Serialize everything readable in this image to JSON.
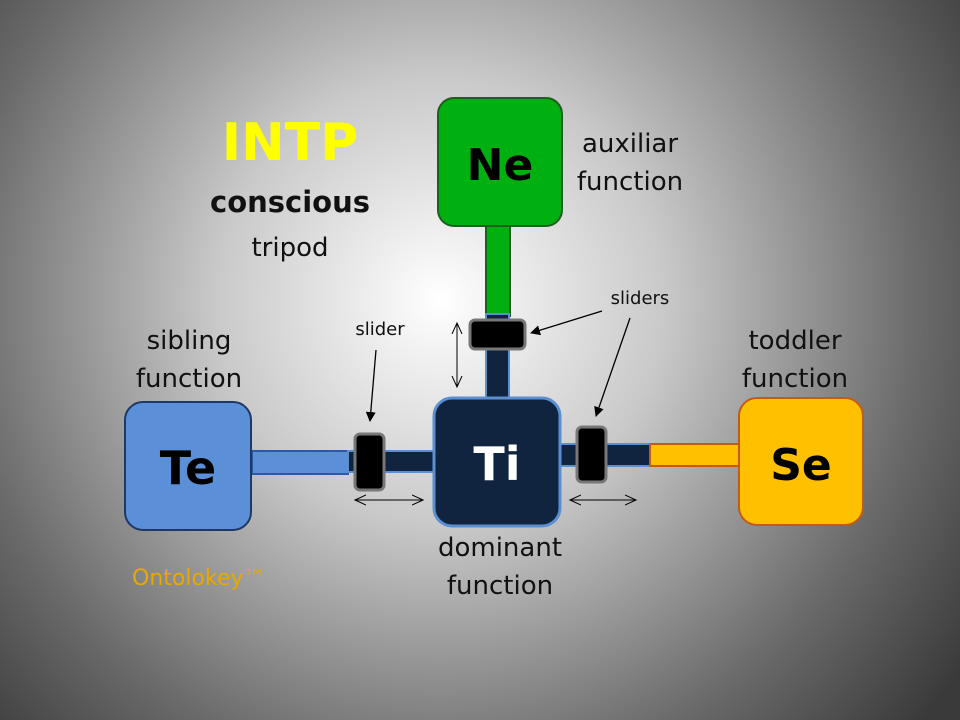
{
  "title": "INTP",
  "subtitle_bold": "conscious",
  "subtitle": "tripod",
  "functions": {
    "dominant": {
      "code": "Ti",
      "label1": "dominant",
      "label2": "function",
      "color": "#10233f"
    },
    "auxiliary": {
      "code": "Ne",
      "label1": "auxiliar",
      "label2": "function",
      "color": "#00b010"
    },
    "sibling": {
      "code": "Te",
      "label1": "sibling",
      "label2": "function",
      "color": "#5b90d8"
    },
    "toddler": {
      "code": "Se",
      "label1": "toddler",
      "label2": "function",
      "color": "#ffc000"
    }
  },
  "annotations": {
    "slider": "slider",
    "sliders": "sliders"
  },
  "brand": "Ontolokey™",
  "colors": {
    "title": "#ffff00",
    "brand": "#e8a800"
  }
}
